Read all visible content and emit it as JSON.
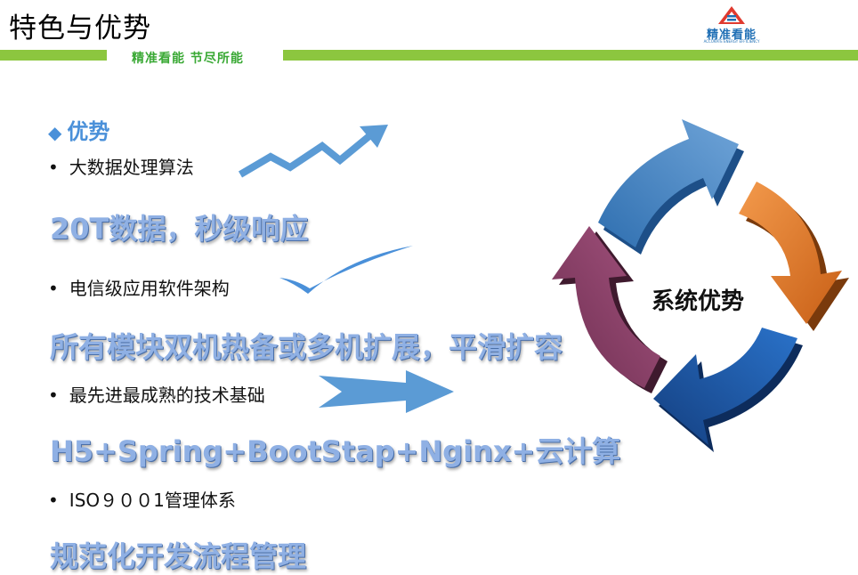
{
  "header": {
    "title": "特色与优势",
    "slogan": "精准看能 节尽所能",
    "logo_text": "精准看能",
    "logo_sub": "ACCURATE ENERGY EFFICIENCY"
  },
  "section": {
    "heading": "优势",
    "items": [
      {
        "bullet": "大数据处理算法",
        "highlight": "20T数据，秒级响应"
      },
      {
        "bullet": "电信级应用软件架构",
        "highlight": "所有模块双机热备或多机扩展，平滑扩容"
      },
      {
        "bullet": "最先进最成熟的技术基础",
        "highlight": "H5+Spring+BootStap+Nginx+云计算"
      },
      {
        "bullet": "ISO９００1管理体系",
        "highlight": "规范化开发流程管理"
      }
    ]
  },
  "cycle": {
    "center_label": "系统优势",
    "colors": {
      "blue_top": "#4a86c5",
      "orange": "#e77a2b",
      "blue_bottom": "#1e5bb0",
      "purple": "#8a3f66"
    }
  },
  "colors": {
    "accent_green": "#8cc63f",
    "accent_blue": "#4a90d9"
  }
}
